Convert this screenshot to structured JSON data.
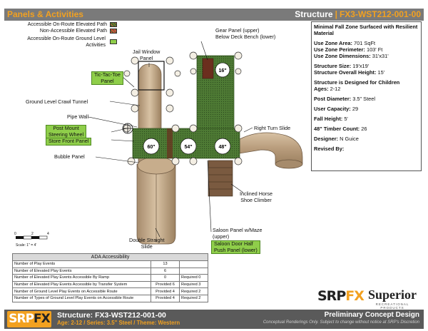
{
  "header": {
    "left_title": "Panels & Activities",
    "right_label": "Structure",
    "separator": "|",
    "structure_code": "FX3-WST212-001-00"
  },
  "legend": {
    "items": [
      {
        "label": "Accessible On-Route Elevated Path",
        "color": "#3a7a2a"
      },
      {
        "label": "Non-Accessible Elevated Path",
        "color": "#d24d3e"
      },
      {
        "label": "Accessible On-Route Ground Level Activities",
        "color": "#8fce4a"
      }
    ]
  },
  "plan_labels": {
    "jail_window": "Jail Window\nPanel",
    "tic_tac_toe": "Tic-Tac-Toe\nPanel",
    "crawl_tunnel": "Ground Level Crawl Tunnel",
    "pipe_wall": "Pipe Wall",
    "post_mount": "Post Mount\nSteering Wheel",
    "store_front": "Store Front Panel",
    "bubble_panel": "Bubble Panel",
    "gear_panel": "Gear Panel (upper)\nBelow Deck Bench (lower)",
    "right_turn_slide": "Right Turn Slide",
    "inclined_horse": "Inclined Horse\nShoe Climber",
    "double_slide": "Double Straight\nSlide",
    "saloon_maze": "Saloon Panel w/Maze\n(upper)",
    "saloon_door": "Saloon Door Half\nPush Panel (lower)",
    "deck_16": "16\"",
    "deck_60": "60\"",
    "deck_54": "54\"",
    "deck_48": "48\"",
    "scale_label": "Scale: 1\" = 4'",
    "scale_0": "0",
    "scale_2": "2",
    "scale_4": "4"
  },
  "info": {
    "surface": "Minimal Fall Zone Surfaced with Resilient Material",
    "use_zone_area_label": "Use Zone Area:",
    "use_zone_area": "701 SqFt",
    "use_zone_perimeter_label": "Use Zone Perimeter:",
    "use_zone_perimeter": "103' Ft",
    "use_zone_dimensions_label": "Use Zone Dimensions:",
    "use_zone_dimensions": "31'x31'",
    "structure_size_label": "Structure Size:",
    "structure_size": "19'x19'",
    "overall_height_label": "Structure Overall Height:",
    "overall_height": "15'",
    "designed_for": "Structure is Designed for Children",
    "ages_label": "Ages:",
    "ages": "2-12",
    "post_diameter_label": "Post Diameter:",
    "post_diameter": "3.5\" Steel",
    "user_capacity_label": "User Capacity:",
    "user_capacity": "29",
    "fall_height_label": "Fall Height:",
    "fall_height": "5'",
    "timber_count_label": "48\" Timber Count:",
    "timber_count": "26",
    "designer_label": "Designer:",
    "designer": "N Guice",
    "revised_by_label": "Revised By:",
    "revised_by": ""
  },
  "ada": {
    "title": "ADA Accessibility",
    "rows": [
      {
        "label": "Number of Play Events",
        "value": "13",
        "required": ""
      },
      {
        "label": "Number of Elevated Play Events",
        "value": "6",
        "required": ""
      },
      {
        "label": "Number of Elevated Play Events Accessible By Ramp",
        "value": "0",
        "required": "Required 0"
      },
      {
        "label": "Number of Elevated Play Events Accessible by Transfer System",
        "value": "Provided 6",
        "required": "Required 3"
      },
      {
        "label": "Number of Ground Level Play Events on Accessible Route",
        "value": "Provided 4",
        "required": "Required 2"
      },
      {
        "label": "Number of Types of Ground Level Play Events on Accessible Route",
        "value": "Provided 4",
        "required": "Required 2"
      }
    ]
  },
  "logos": {
    "srp": "SRP",
    "fx": "FX",
    "superior": "Superior",
    "superior_sub": "RECREATIONAL PRODUCTS"
  },
  "footer": {
    "logo_srp": "SRP",
    "logo_fx": "FX",
    "structure": "Structure: FX3-WST212-001-00",
    "subtitle": "Age: 2-12 / Series: 3.5\" Steel / Theme: Western",
    "preliminary": "Preliminary Concept Design",
    "disclaimer": "Conceptual Renderings Only. Subject to change without notice at SRP's Discretion"
  }
}
